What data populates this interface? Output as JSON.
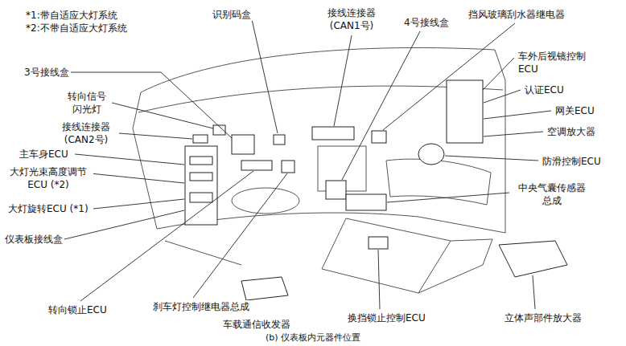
{
  "diagram": {
    "caption": "(b) 仪表板内元器件位置",
    "labels": [
      "*1:带自适应大灯系统",
      "*2:不带自适应大灯系统",
      "识别码盒",
      "接线连接器 (CAN1号)",
      "4号接线盒",
      "挡风玻璃刮水器继电器",
      "3号接线盒",
      "车外后视镜控制 ECU",
      "认证ECU",
      "转向信号 闪光灯",
      "网关ECU",
      "接线连接器 (CAN2号)",
      "空调放大器",
      "主车身ECU",
      "防滑控制ECU",
      "大灯光束高度调节 ECU (*2)",
      "中央气囊传感器 总成",
      "大灯旋转ECU (*1)",
      "仪表板接线盒",
      "刹车灯控制继电器总成",
      "转向锁止ECU",
      "换挡锁止控制ECU",
      "立体声部件放大器",
      "车载通信收发器"
    ]
  }
}
